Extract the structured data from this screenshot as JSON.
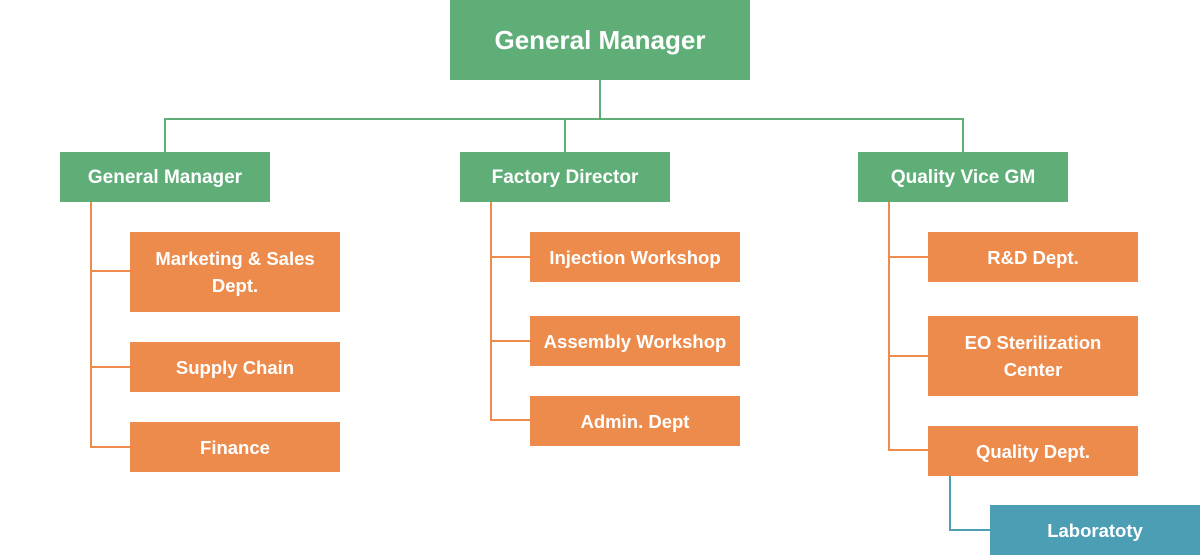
{
  "colors": {
    "manager": "#5fae78",
    "department": "#ed8b4c",
    "lab": "#4b9eb4",
    "connector_green": "#5fae78",
    "connector_orange": "#ed8b4c",
    "connector_teal": "#4b9eb4"
  },
  "org": {
    "root": "General Manager",
    "branches": [
      {
        "head": "General Manager",
        "units": [
          "Marketing & Sales Dept.",
          "Supply Chain",
          "Finance"
        ]
      },
      {
        "head": "Factory Director",
        "units": [
          "Injection Workshop",
          "Assembly Workshop",
          "Admin. Dept"
        ]
      },
      {
        "head": "Quality Vice GM",
        "units": [
          "R&D Dept.",
          "EO Sterilization Center",
          "Quality Dept."
        ],
        "sub_unit": "Laboratoty"
      }
    ]
  }
}
